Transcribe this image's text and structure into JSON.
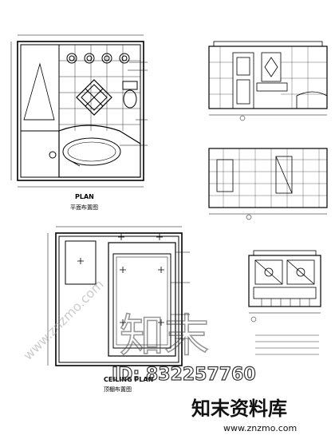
{
  "plans": {
    "floor_plan": {
      "title": "PLAN",
      "subtitle": "平面布置图"
    },
    "ceiling_plan": {
      "title": "CEILING PLAN",
      "subtitle": "顶棚布置图"
    }
  },
  "watermark": {
    "code": "ID: 832257760",
    "brand_cn": "知末资料库",
    "brand_url": "www.znzmo.com",
    "diagonal_text": "www.znzmo.com",
    "large_logo": "知末"
  }
}
